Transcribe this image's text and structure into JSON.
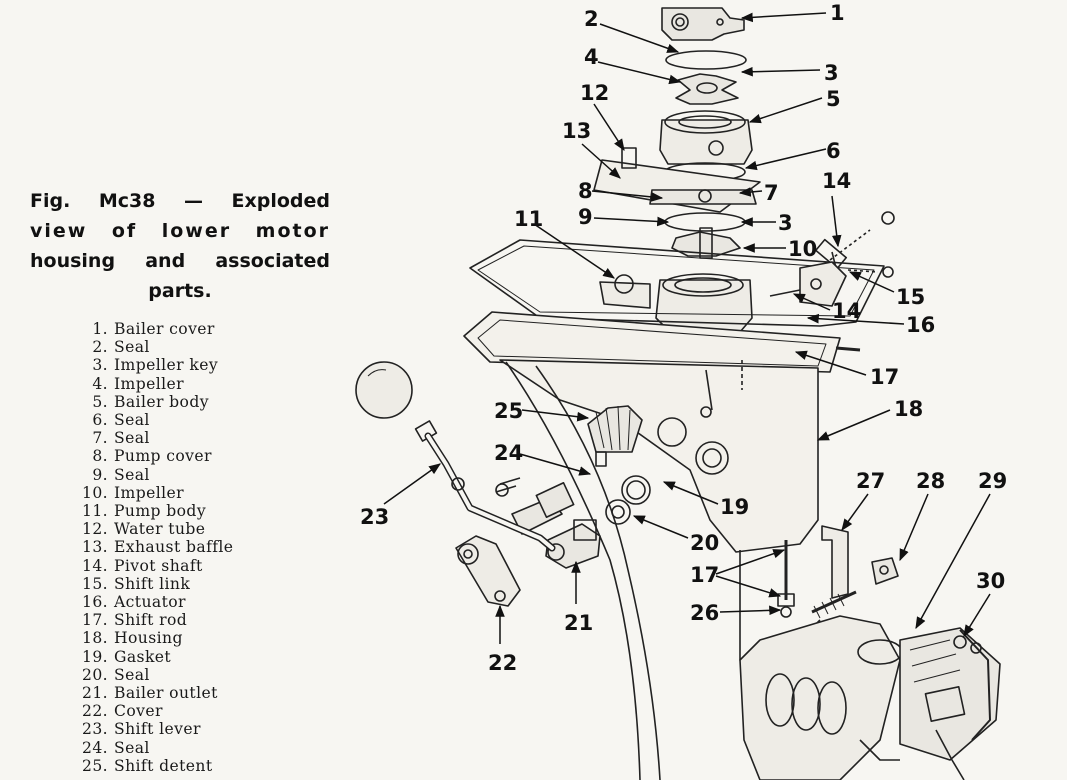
{
  "figure": {
    "caption_line1": "Fig. Mc38 — Exploded",
    "caption_line2": "view of lower motor",
    "caption_line3": "housing and associated",
    "caption_line4": "parts."
  },
  "parts": [
    {
      "num": "1.",
      "name": "Bailer cover"
    },
    {
      "num": "2.",
      "name": "Seal"
    },
    {
      "num": "3.",
      "name": "Impeller key"
    },
    {
      "num": "4.",
      "name": "Impeller"
    },
    {
      "num": "5.",
      "name": "Bailer body"
    },
    {
      "num": "6.",
      "name": "Seal"
    },
    {
      "num": "7.",
      "name": "Seal"
    },
    {
      "num": "8.",
      "name": "Pump cover"
    },
    {
      "num": "9.",
      "name": "Seal"
    },
    {
      "num": "10.",
      "name": "Impeller"
    },
    {
      "num": "11.",
      "name": "Pump body"
    },
    {
      "num": "12.",
      "name": "Water tube"
    },
    {
      "num": "13.",
      "name": "Exhaust baffle"
    },
    {
      "num": "14.",
      "name": "Pivot shaft"
    },
    {
      "num": "15.",
      "name": "Shift link"
    },
    {
      "num": "16.",
      "name": "Actuator"
    },
    {
      "num": "17.",
      "name": "Shift rod"
    },
    {
      "num": "18.",
      "name": "Housing"
    },
    {
      "num": "19.",
      "name": "Gasket"
    },
    {
      "num": "20.",
      "name": "Seal"
    },
    {
      "num": "21.",
      "name": "Bailer outlet"
    },
    {
      "num": "22.",
      "name": "Cover"
    },
    {
      "num": "23.",
      "name": "Shift lever"
    },
    {
      "num": "24.",
      "name": "Seal"
    },
    {
      "num": "25.",
      "name": "Shift detent"
    }
  ],
  "callouts": {
    "c1": "1",
    "c2": "2",
    "c3a": "3",
    "c3b": "3",
    "c4": "4",
    "c5": "5",
    "c6": "6",
    "c7": "7",
    "c8": "8",
    "c9": "9",
    "c10": "10",
    "c11": "11",
    "c12": "12",
    "c13": "13",
    "c14a": "14",
    "c14b": "14",
    "c15": "15",
    "c16": "16",
    "c17a": "17",
    "c17b": "17",
    "c18": "18",
    "c19": "19",
    "c20": "20",
    "c21": "21",
    "c22": "22",
    "c23": "23",
    "c24": "24",
    "c25": "25",
    "c26": "26",
    "c27": "27",
    "c28": "28",
    "c29": "29",
    "c30": "30"
  }
}
